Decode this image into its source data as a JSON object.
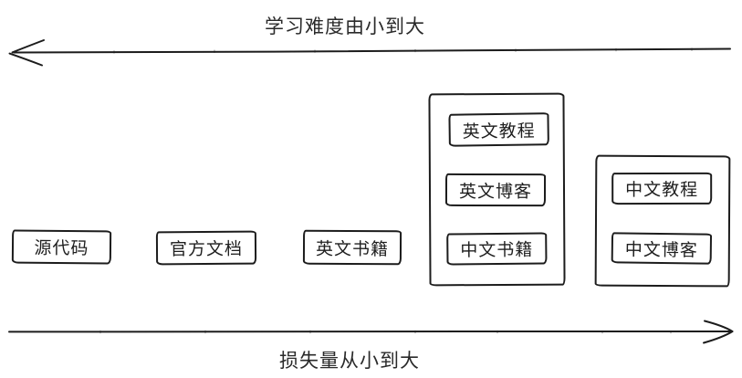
{
  "axes": {
    "difficulty": {
      "label": "学习难度由小到大",
      "direction": "left"
    },
    "loss": {
      "label": "损失量从小到大",
      "direction": "right"
    }
  },
  "nodes": [
    {
      "id": "source-code",
      "label": "源代码"
    },
    {
      "id": "official-docs",
      "label": "官方文档"
    },
    {
      "id": "english-books",
      "label": "英文书籍"
    }
  ],
  "groups": [
    {
      "id": "group-english",
      "items": [
        {
          "id": "english-tutorials",
          "label": "英文教程"
        },
        {
          "id": "english-blogs",
          "label": "英文博客"
        },
        {
          "id": "chinese-books",
          "label": "中文书籍"
        }
      ]
    },
    {
      "id": "group-chinese",
      "items": [
        {
          "id": "chinese-tutorials",
          "label": "中文教程"
        },
        {
          "id": "chinese-blogs",
          "label": "中文博客"
        }
      ]
    }
  ],
  "colors": {
    "stroke": "#1c1c1c",
    "text": "#1f1f1f",
    "background": "#ffffff"
  }
}
